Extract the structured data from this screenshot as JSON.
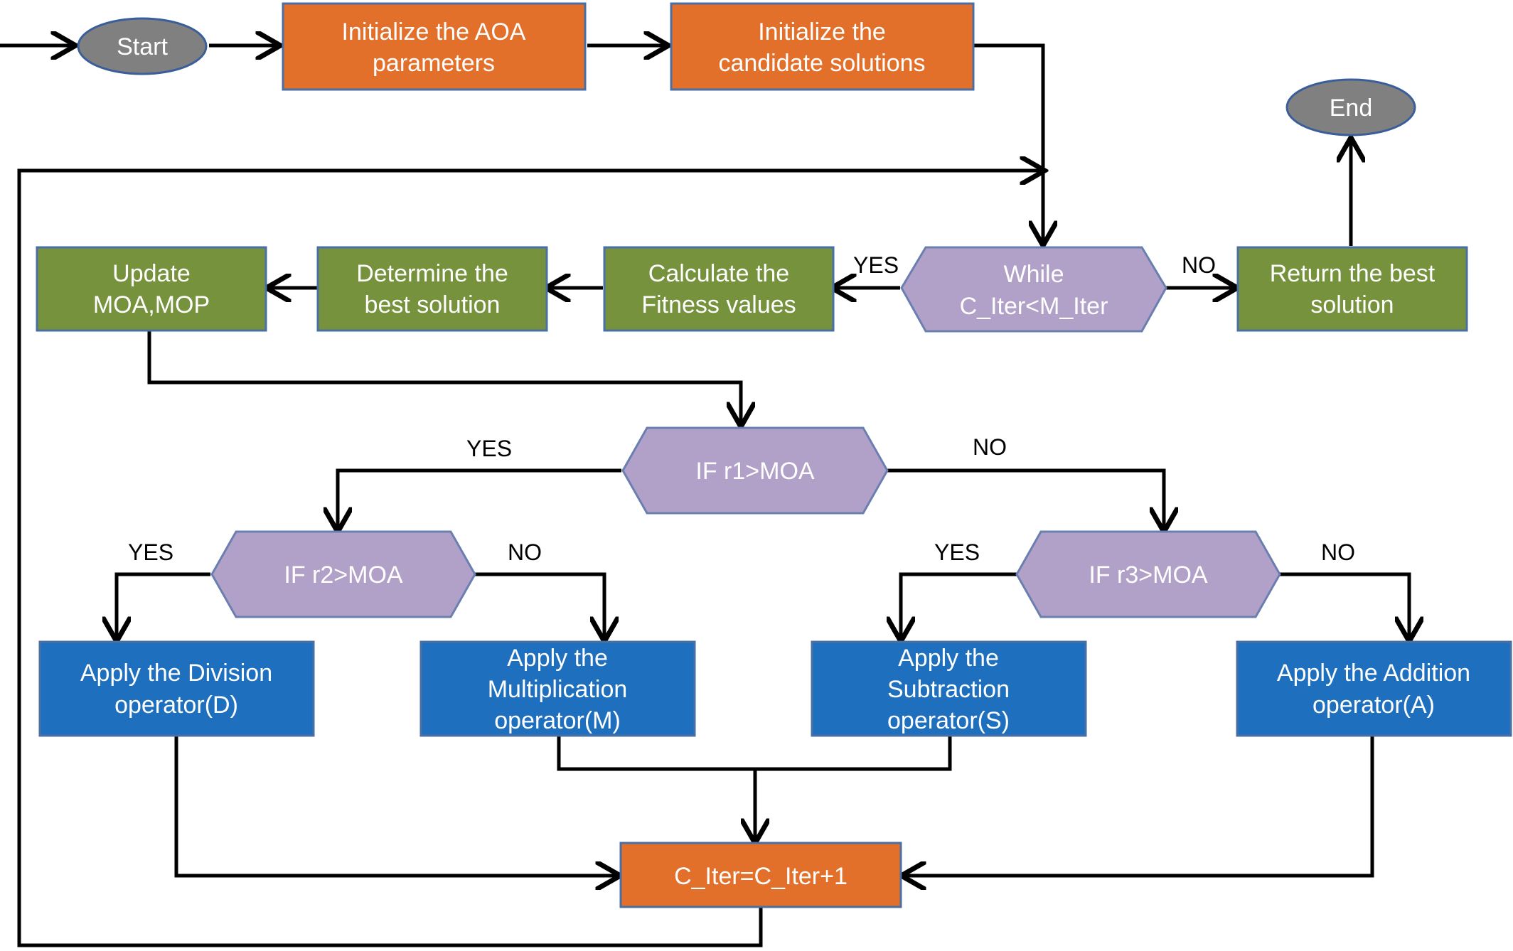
{
  "colors": {
    "orange": "#e3702a",
    "green": "#76923c",
    "purple": "#b1a0c7",
    "blue": "#1f6fbf",
    "gray": "#808080"
  },
  "nodes": {
    "start": "Start",
    "end": "End",
    "init_params": [
      "Initialize the AOA",
      "parameters"
    ],
    "init_candidates": [
      "Initialize the",
      "candidate solutions"
    ],
    "while_cond": [
      "While",
      "C_Iter<M_Iter"
    ],
    "return_best": [
      "Return the best",
      "solution"
    ],
    "calc_fitness": [
      "Calculate the",
      "Fitness values"
    ],
    "determine_best": [
      "Determine the",
      "best solution"
    ],
    "update_moa": [
      "Update",
      "MOA,MOP"
    ],
    "if_r1": "IF r1>MOA",
    "if_r2": "IF r2>MOA",
    "if_r3": "IF r3>MOA",
    "division": [
      "Apply the Division",
      "operator(D)"
    ],
    "multiplication": [
      "Apply the",
      "Multiplication",
      "operator(M)"
    ],
    "subtraction": [
      "Apply the",
      "Subtraction",
      "operator(S)"
    ],
    "addition": [
      "Apply the Addition",
      "operator(A)"
    ],
    "increment": "C_Iter=C_Iter+1"
  },
  "edge_labels": {
    "while_yes": "YES",
    "while_no": "NO",
    "r1_yes": "YES",
    "r1_no": "NO",
    "r2_yes": "YES",
    "r2_no": "NO",
    "r3_yes": "YES",
    "r3_no": "NO"
  }
}
